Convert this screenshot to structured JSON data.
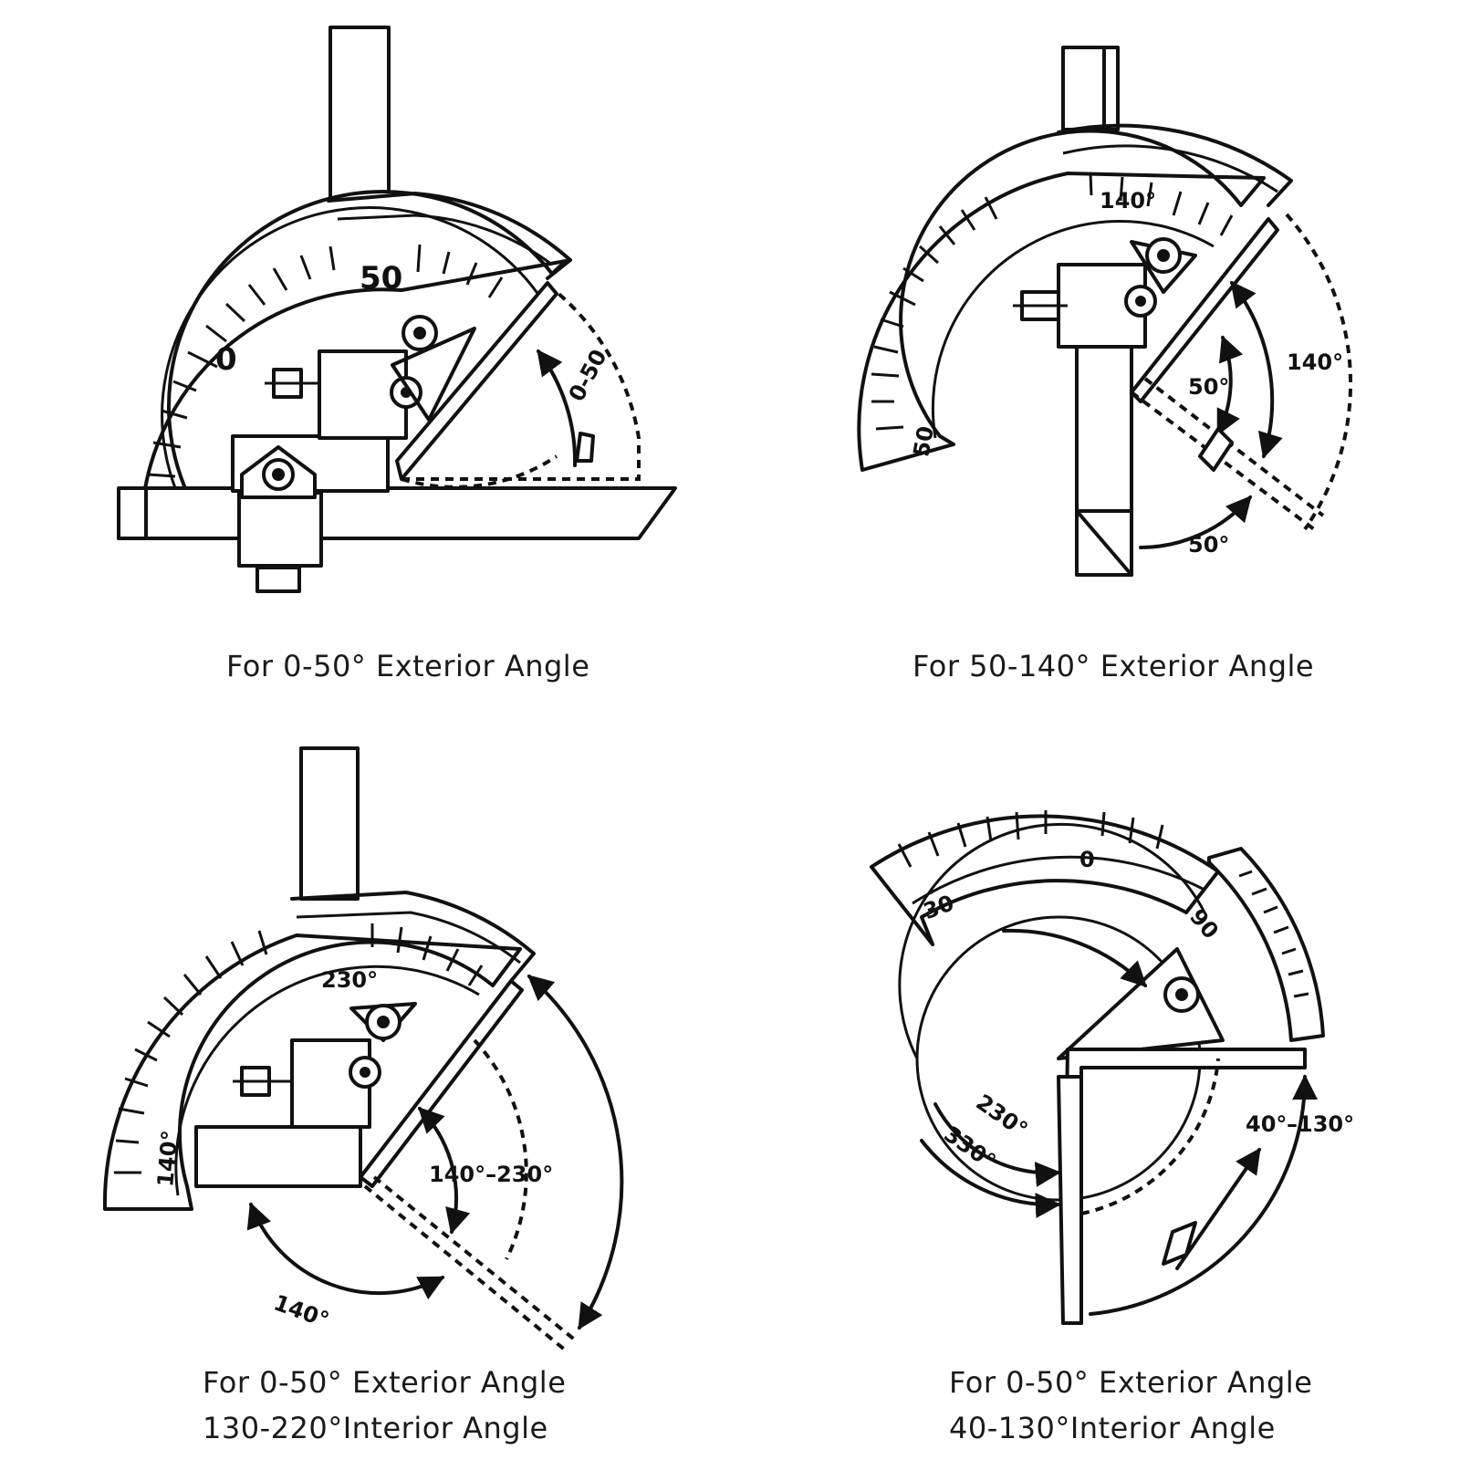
{
  "panels": [
    {
      "id": "top-left",
      "scale_labels": [
        "50",
        "0"
      ],
      "angle_labels": [
        "0-50"
      ],
      "caption": [
        "For 0-50° Exterior Angle"
      ]
    },
    {
      "id": "top-right",
      "scale_labels": [
        "140°",
        "50"
      ],
      "angle_labels": [
        "50°",
        "140°",
        "50°"
      ],
      "caption": [
        "For 50-140° Exterior Angle"
      ]
    },
    {
      "id": "bottom-left",
      "scale_labels": [
        "230°",
        "140°"
      ],
      "angle_labels": [
        "140°–230°",
        "140°"
      ],
      "caption": [
        "For 0-50° Exterior Angle",
        "130-220°Interior Angle"
      ]
    },
    {
      "id": "bottom-right",
      "scale_labels": [
        "0",
        "30",
        "90"
      ],
      "angle_labels": [
        "230°",
        "330°",
        "40°",
        "–130°"
      ],
      "caption": [
        "For 0-50° Exterior Angle",
        "40-130°Interior Angle"
      ]
    }
  ]
}
